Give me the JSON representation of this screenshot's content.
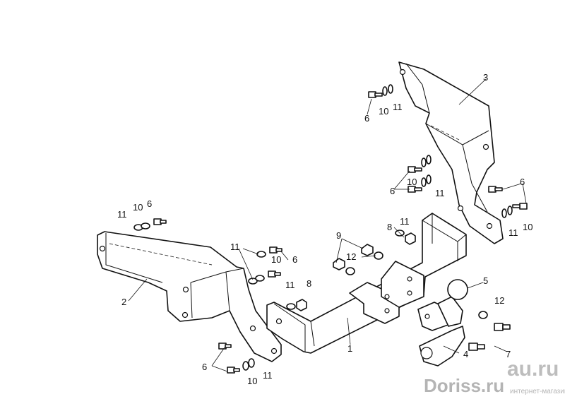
{
  "labels": {
    "p1": "1",
    "p2": "2",
    "p3": "3",
    "p4": "4",
    "p5": "5",
    "p6": "6",
    "p7": "7",
    "p8": "8",
    "p9": "9",
    "p10": "10",
    "p11": "11",
    "p12": "12"
  },
  "watermark": {
    "brand": "au.ru",
    "logo": "Doriss.ru",
    "tagline": "интернет-магазин"
  }
}
